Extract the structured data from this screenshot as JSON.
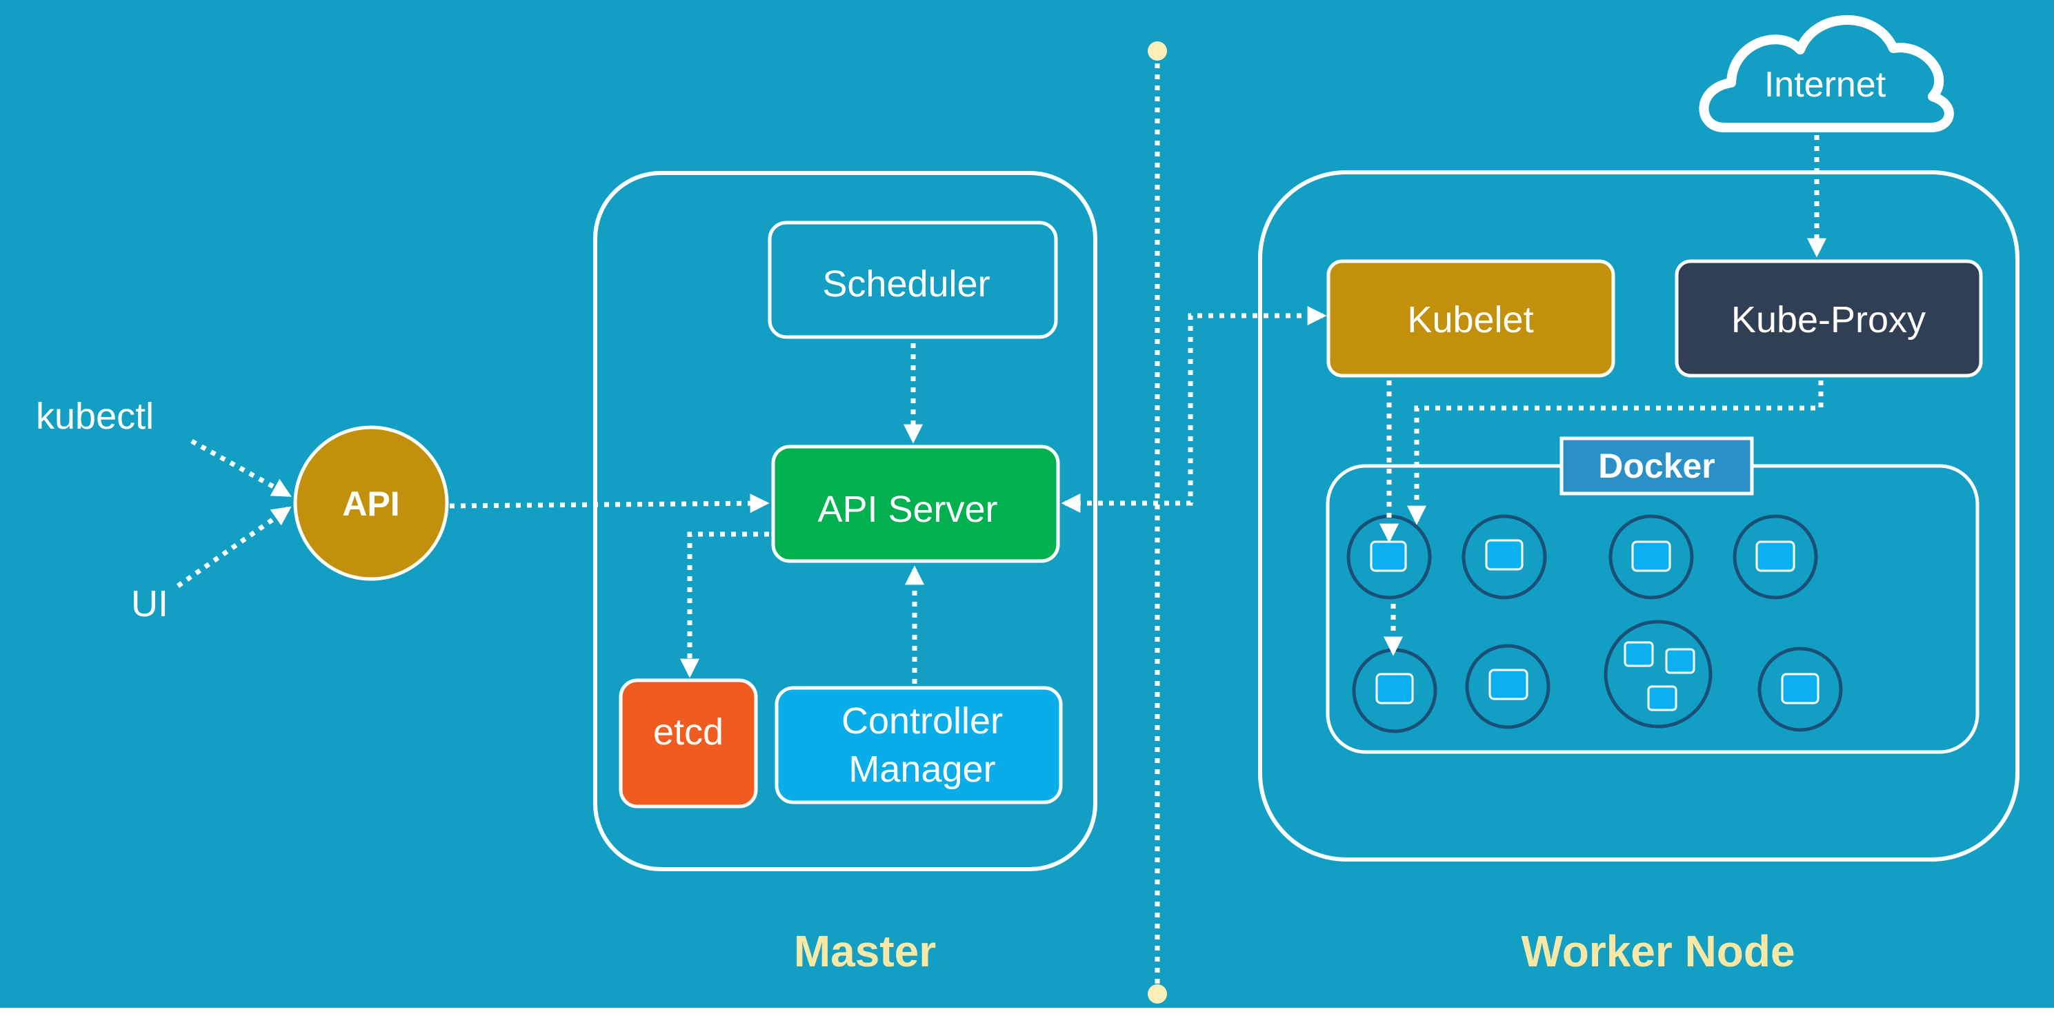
{
  "colors": {
    "background": "#139fc4",
    "line": "#ffffff",
    "label_yellow": "#f7e8a6",
    "dot": "#fbeeb8",
    "api_gold": "#c2900a",
    "kubelet_gold": "#c2900a",
    "api_server_green": "#03b04f",
    "etcd_orange": "#f05c1f",
    "controller_blue": "#08adea",
    "kube_proxy_navy": "#313f54",
    "docker_tab_blue": "#2a90c8",
    "pod_outline": "#1a4f78",
    "container_fill": "#0ab0ef"
  },
  "clients": {
    "kubectl": "kubectl",
    "ui": "UI"
  },
  "api": {
    "label": "API"
  },
  "master": {
    "caption": "Master",
    "scheduler": "Scheduler",
    "api_server": "API Server",
    "etcd": "etcd",
    "controller_manager_line1": "Controller",
    "controller_manager_line2": "Manager"
  },
  "worker": {
    "caption": "Worker Node",
    "internet": "Internet",
    "kubelet": "Kubelet",
    "kube_proxy": "Kube-Proxy",
    "docker": "Docker"
  },
  "icons": {
    "cloud": "cloud-icon",
    "pod": "pod-icon",
    "container": "container-icon"
  }
}
